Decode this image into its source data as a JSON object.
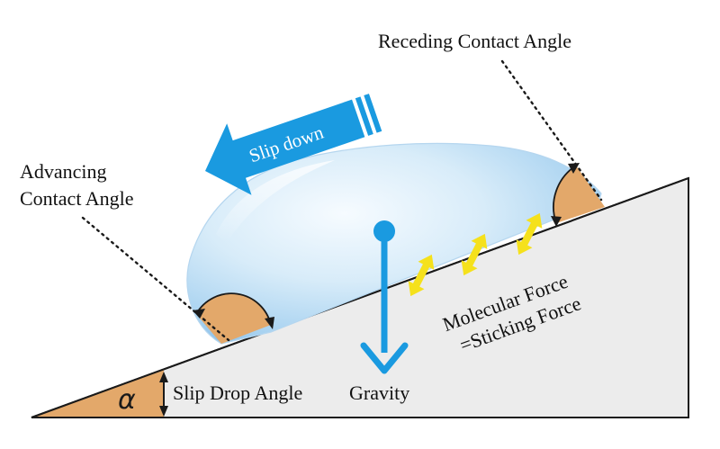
{
  "labels": {
    "receding": "Receding Contact Angle",
    "advancing_line1": "Advancing",
    "advancing_line2": "Contact Angle",
    "slip_down": "Slip down",
    "molecular_line1": "Molecular Force",
    "molecular_line2": "=Sticking Force",
    "slip_drop_angle": "Slip Drop Angle",
    "gravity": "Gravity",
    "alpha": "α"
  },
  "colors": {
    "slope_fill": "#ececec",
    "slope_stroke": "#1a1a1a",
    "angle_fill": "#e3a86a",
    "drop_light": "#f4faff",
    "drop_mid": "#cfe7f7",
    "drop_dark": "#8fc3ea",
    "arrow_blue": "#1a9ae0",
    "force_yellow": "#f5e11c"
  },
  "icons": {
    "slip_arrow": "arrow-left",
    "gravity_arrow": "arrow-down",
    "force_arrows": "double-arrow"
  }
}
